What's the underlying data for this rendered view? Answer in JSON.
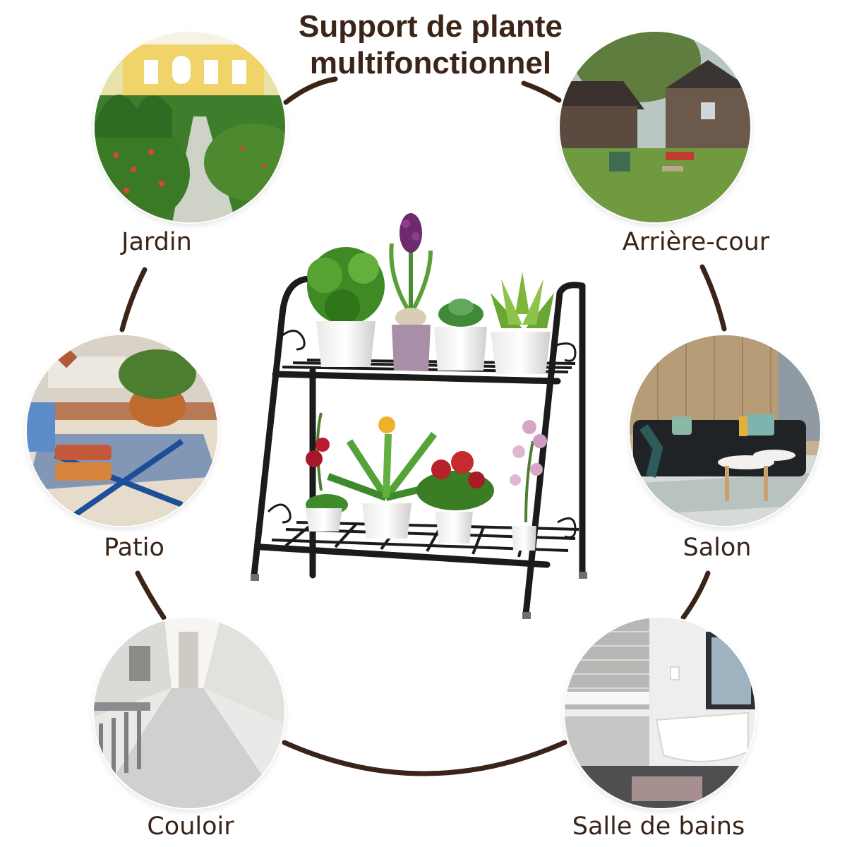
{
  "title": {
    "line1": "Support de plante",
    "line2": "multifonctionnel"
  },
  "locations": [
    {
      "label": "Jardin"
    },
    {
      "label": "Arrière-cour"
    },
    {
      "label": "Patio"
    },
    {
      "label": "Salon"
    },
    {
      "label": "Couloir"
    },
    {
      "label": "Salle de bains"
    }
  ],
  "colors": {
    "title": "#3d2418",
    "connector": "#3a2418",
    "stand_frame": "#1b1b1b"
  }
}
